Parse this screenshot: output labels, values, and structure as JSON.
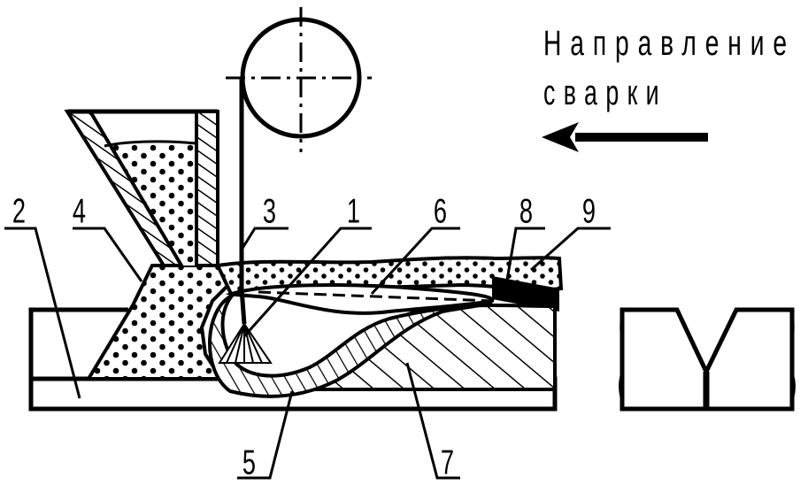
{
  "direction": {
    "line1": "Направление",
    "line2": "сварки"
  },
  "labels": {
    "l1": "1",
    "l2": "2",
    "l3": "3",
    "l4": "4",
    "l5": "5",
    "l6": "6",
    "l7": "7",
    "l8": "8",
    "l9": "9"
  }
}
